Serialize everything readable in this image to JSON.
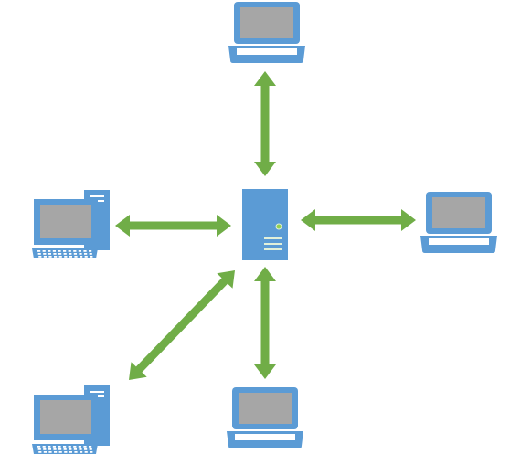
{
  "diagram": {
    "topology": "star",
    "hub": {
      "icon": "server-icon"
    },
    "nodes": [
      {
        "id": "top",
        "icon": "laptop-icon"
      },
      {
        "id": "left",
        "icon": "desktop-computer-icon"
      },
      {
        "id": "right",
        "icon": "laptop-icon"
      },
      {
        "id": "bottom",
        "icon": "laptop-icon"
      },
      {
        "id": "bottom-left",
        "icon": "desktop-computer-icon"
      }
    ],
    "connections": [
      {
        "from": "hub",
        "to": "top",
        "direction": "bidirectional"
      },
      {
        "from": "hub",
        "to": "left",
        "direction": "bidirectional"
      },
      {
        "from": "hub",
        "to": "right",
        "direction": "bidirectional"
      },
      {
        "from": "hub",
        "to": "bottom",
        "direction": "bidirectional"
      },
      {
        "from": "hub",
        "to": "bottom-left",
        "direction": "bidirectional"
      }
    ],
    "colors": {
      "device_blue": "#5b9bd5",
      "screen_gray": "#a6a6a6",
      "arrow_green": "#70ad47",
      "server_light": "#e2f0d9",
      "server_dot": "#92d050",
      "white": "#ffffff"
    }
  }
}
